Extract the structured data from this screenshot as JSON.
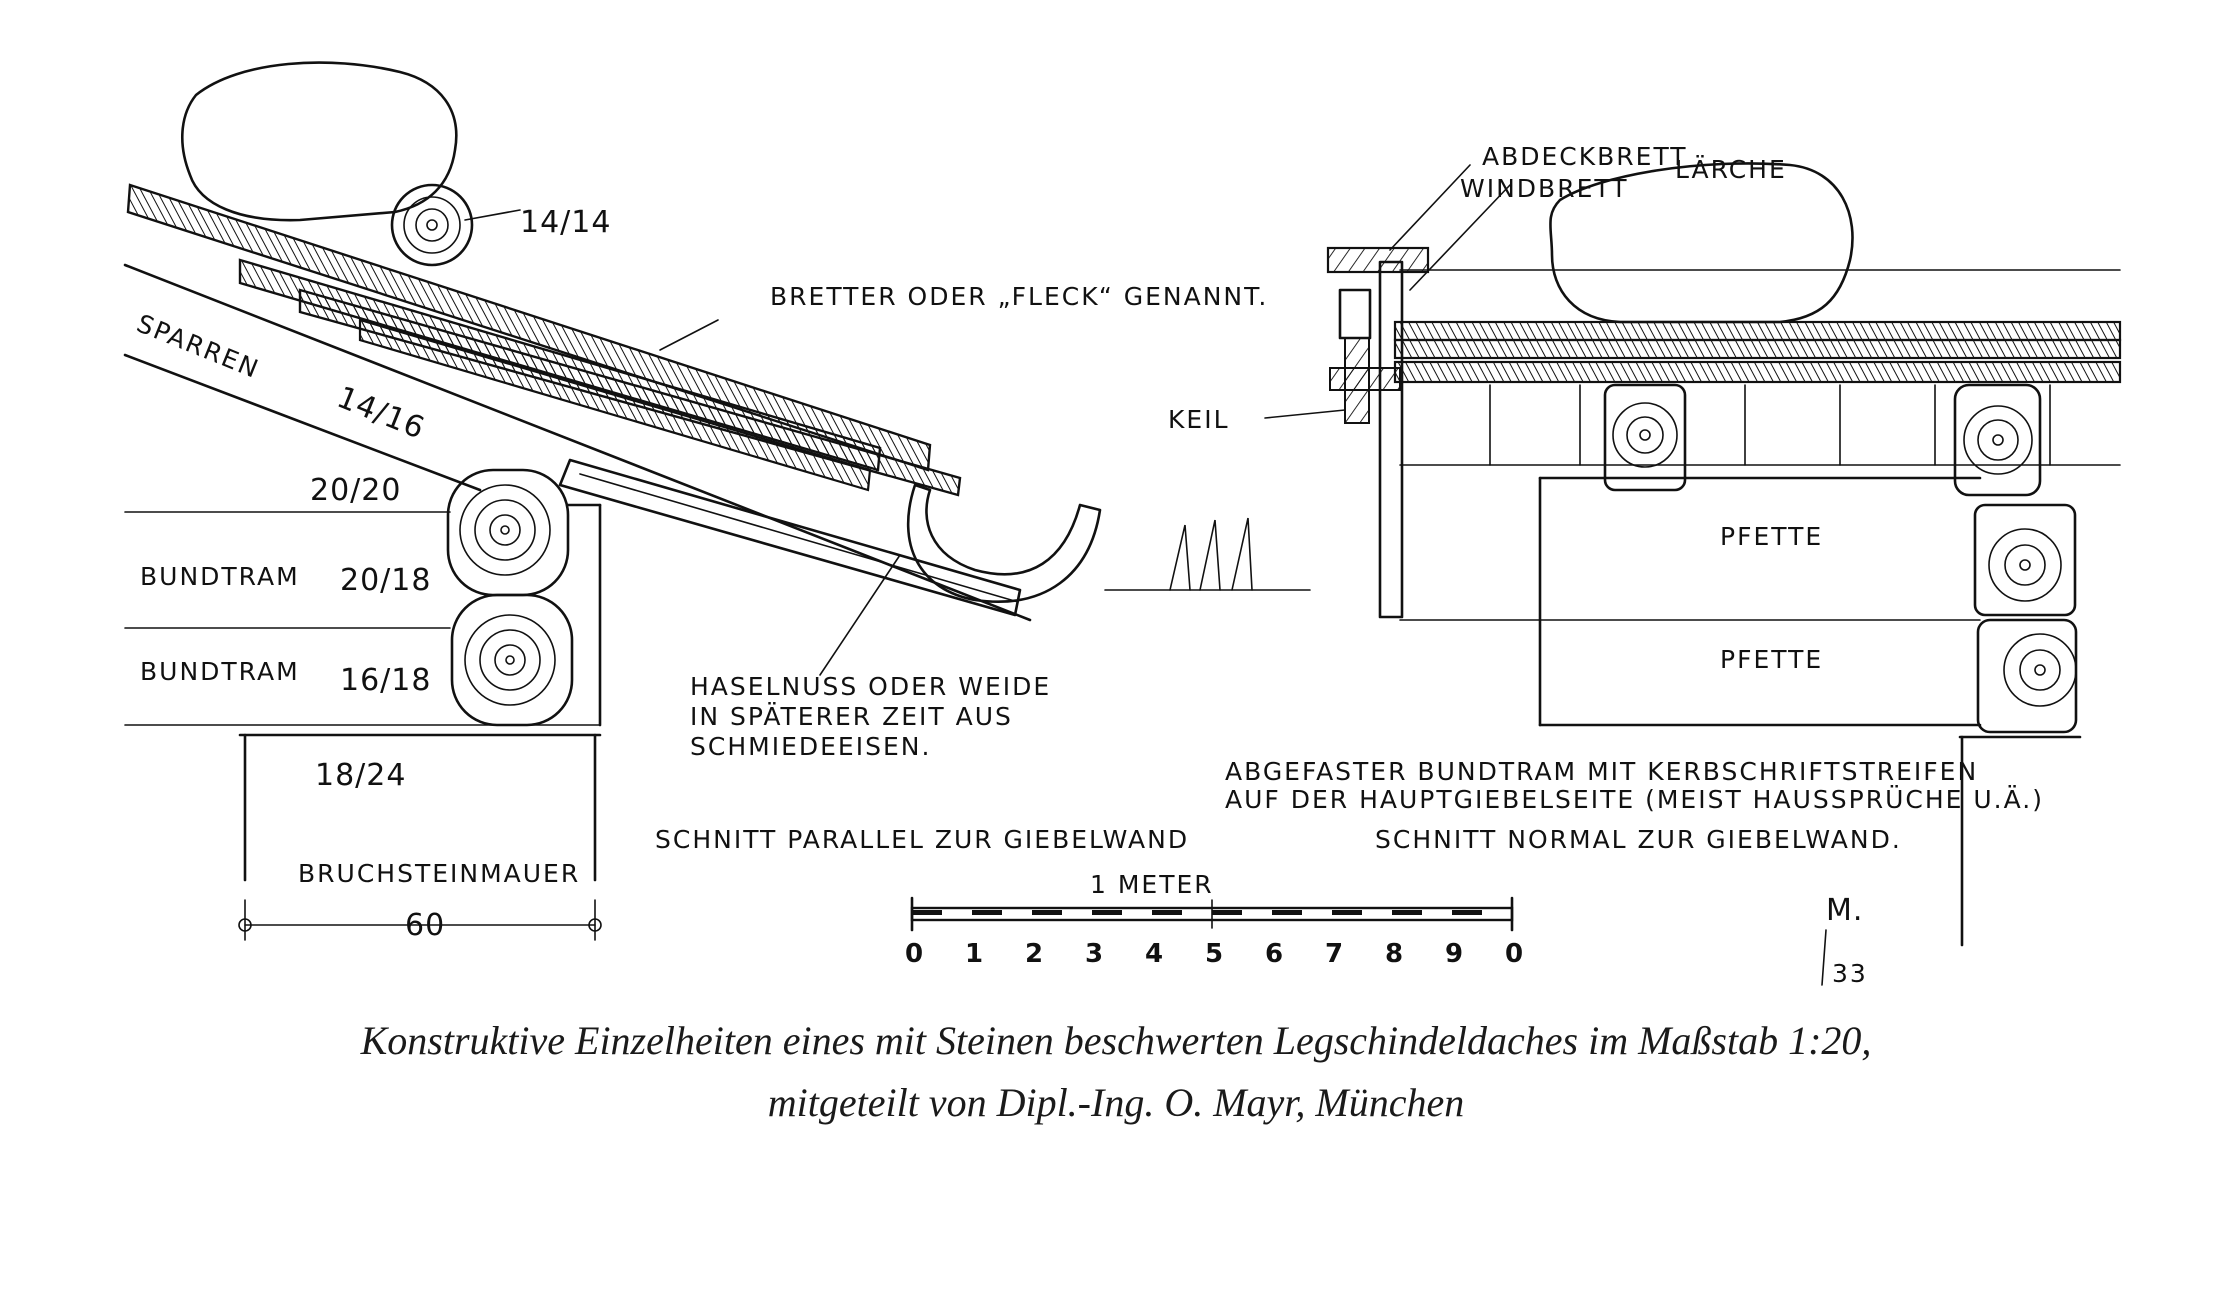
{
  "labels": {
    "log_dim": "14/14",
    "bretter": "BRETTER ODER „FLECK“ GENANNT.",
    "sparren": "SPARREN",
    "sparren_dim": "14/16",
    "dim_20_20": "20/20",
    "bundtram1": "BUNDTRAM",
    "bundtram1_dim": "20/18",
    "bundtram2": "BUNDTRAM",
    "bundtram2_dim": "16/18",
    "dim_18_24": "18/24",
    "haselnuss_1": "HASELNUSS ODER WEIDE",
    "haselnuss_2": "IN SPÄTERER ZEIT AUS",
    "haselnuss_3": "SCHMIEDEEISEN.",
    "bruchsteinmauer": "BRUCHSTEINMAUER",
    "dim_60": "60",
    "abdeckbrett": "ABDECKBRETT",
    "windbrett": "WINDBRETT",
    "laerche": "LÄRCHE",
    "keil": "KEIL",
    "pfette_1": "PFETTE",
    "pfette_2": "PFETTE",
    "abgefaster_1": "ABGEFASTER BUNDTRAM MIT KERBSCHRIFTSTREIFEN",
    "abgefaster_2": "AUF DER HAUPTGIEBELSEITE (MEIST HAUSSPRÜCHE U.Ä.)",
    "schnitt_parallel": "SCHNITT PARALLEL ZUR GIEBELWAND",
    "schnitt_normal": "SCHNITT NORMAL ZUR GIEBELWAND."
  },
  "scale": {
    "title": "1 METER",
    "ticks": [
      "0",
      "1",
      "2",
      "3",
      "4",
      "5",
      "6",
      "7",
      "8",
      "9",
      "0"
    ]
  },
  "signature": {
    "initial": "M.",
    "year": "33"
  },
  "caption": {
    "line1": "Konstruktive Einzelheiten eines mit Steinen beschwerten Legschindeldaches im Maßstab 1:20,",
    "line2": "mitgeteilt von Dipl.-Ing. O. Mayr, München"
  }
}
